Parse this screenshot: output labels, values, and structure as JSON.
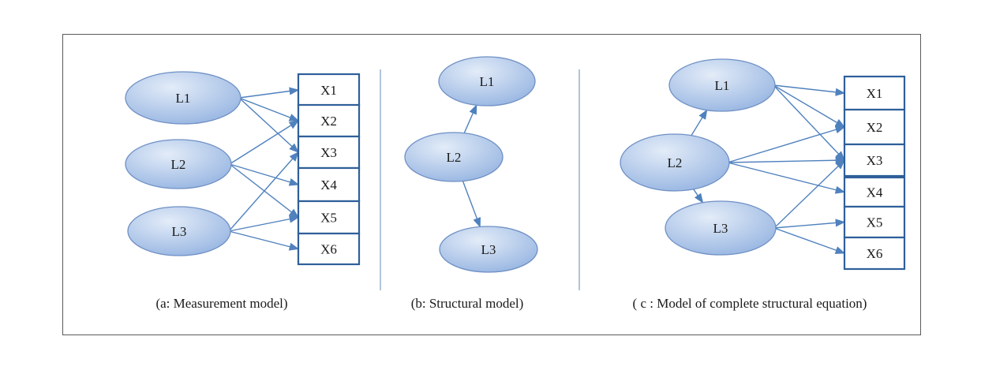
{
  "panels": {
    "a": {
      "caption": "(a: Measurement model)",
      "latents": [
        {
          "id": "L1",
          "label": "L1"
        },
        {
          "id": "L2",
          "label": "L2"
        },
        {
          "id": "L3",
          "label": "L3"
        }
      ],
      "indicators": [
        {
          "id": "X1",
          "label": "X1"
        },
        {
          "id": "X2",
          "label": "X2"
        },
        {
          "id": "X3",
          "label": "X3"
        },
        {
          "id": "X4",
          "label": "X4"
        },
        {
          "id": "X5",
          "label": "X5"
        },
        {
          "id": "X6",
          "label": "X6"
        }
      ],
      "edges": [
        [
          "L1",
          "X1"
        ],
        [
          "L1",
          "X2"
        ],
        [
          "L1",
          "X3"
        ],
        [
          "L2",
          "X2"
        ],
        [
          "L2",
          "X4"
        ],
        [
          "L2",
          "X5"
        ],
        [
          "L3",
          "X3"
        ],
        [
          "L3",
          "X5"
        ],
        [
          "L3",
          "X6"
        ]
      ]
    },
    "b": {
      "caption": "(b: Structural model)",
      "latents": [
        {
          "id": "L1",
          "label": "L1"
        },
        {
          "id": "L2",
          "label": "L2"
        },
        {
          "id": "L3",
          "label": "L3"
        }
      ],
      "edges": [
        [
          "L2",
          "L1"
        ],
        [
          "L2",
          "L3"
        ]
      ]
    },
    "c": {
      "caption": "( c : Model of complete structural equation)",
      "latents": [
        {
          "id": "L1",
          "label": "L1"
        },
        {
          "id": "L2",
          "label": "L2"
        },
        {
          "id": "L3",
          "label": "L3"
        }
      ],
      "indicators": [
        {
          "id": "X1",
          "label": "X1"
        },
        {
          "id": "X2",
          "label": "X2"
        },
        {
          "id": "X3",
          "label": "X3"
        },
        {
          "id": "X4",
          "label": "X4"
        },
        {
          "id": "X5",
          "label": "X5"
        },
        {
          "id": "X6",
          "label": "X6"
        }
      ],
      "edges": [
        [
          "L1",
          "X1"
        ],
        [
          "L1",
          "X2"
        ],
        [
          "L1",
          "X3"
        ],
        [
          "L2",
          "X2"
        ],
        [
          "L2",
          "X3"
        ],
        [
          "L2",
          "X4"
        ],
        [
          "L3",
          "X3"
        ],
        [
          "L3",
          "X5"
        ],
        [
          "L3",
          "X6"
        ],
        [
          "L2",
          "L1"
        ],
        [
          "L2",
          "L3"
        ]
      ]
    }
  },
  "colors": {
    "edge": "#4f81bd",
    "box_border": "#2f5f9a",
    "ellipse_light": "#e3ecf8",
    "ellipse_dark": "#98b6e2",
    "ellipse_stroke": "#6f90c4",
    "divider": "#7f9cc6"
  }
}
